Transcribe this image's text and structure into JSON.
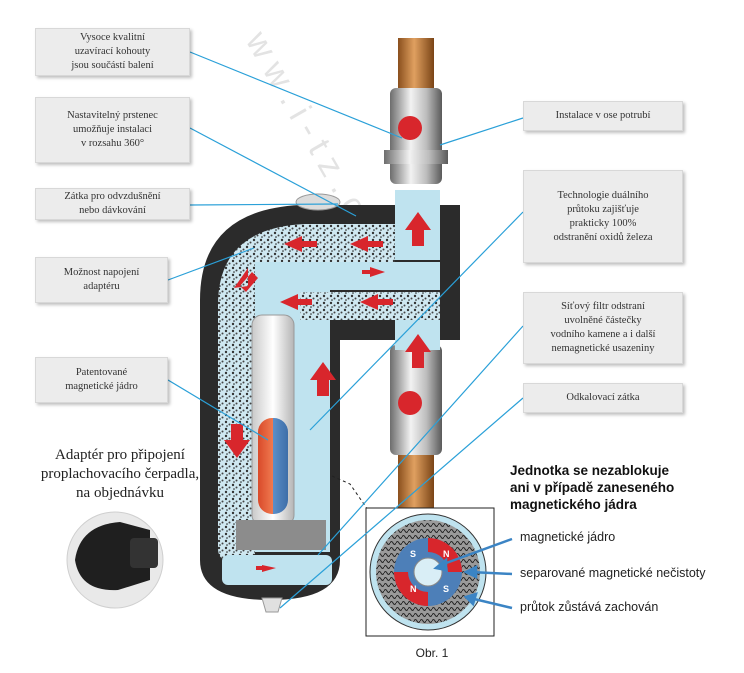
{
  "callouts": {
    "valves": "Vysoce kvalitní\nuzavírací kohouty\njsou součástí balení",
    "ring": "Nastavitelný prstenec\numožňuje instalaci\nv rozsahu 360°",
    "plug_vent": "Zátka pro odvzdušnění\nnebo dávkování",
    "adapter_option": "Možnost napojení\nadaptéru",
    "core": "Patentované\nmagnetické jádro",
    "axis_install": "Instalace v ose potrubí",
    "dual_flow": "Technologie duálního\nprůtoku zajišťuje\nprakticky 100%\nodstranění oxidů železa",
    "mesh_filter": "Síťový filtr odstraní\nuvolněné částečky\nvodního kamene a i další\nnemagnetické usazeniny",
    "drain_plug": "Odkalovací zátka"
  },
  "adapter_title": "Adaptér pro připojení\nproplachovacího čerpadla,\nna objednávku",
  "unit_title": "Jednotka se nezablokuje\nani v případě zaneseného\nmagnetického jádra",
  "legend": {
    "core": "magnetické jádro",
    "separated": "separované magnetické nečistoty",
    "flow": "průtok zůstává zachován"
  },
  "magnet_letters": [
    "S",
    "N",
    "S",
    "N"
  ],
  "figure_caption": "Obr. 1",
  "colors": {
    "leader": "#2aa0d8",
    "arrow": "#d8262c",
    "water": "#bfe3ef",
    "body": "#2b2b2b",
    "callout_bg": "#ececec",
    "copper": "#c4803e"
  }
}
